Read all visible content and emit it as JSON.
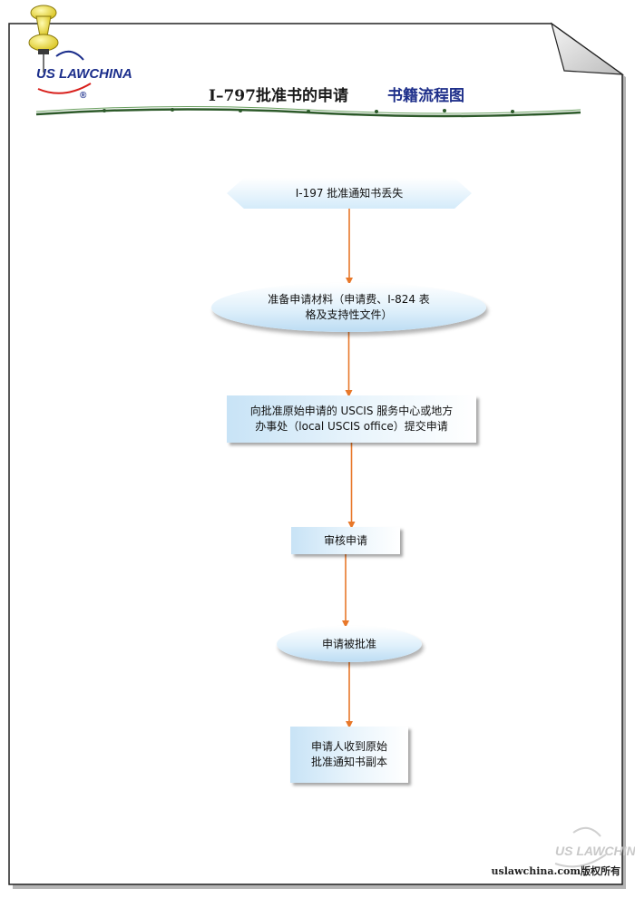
{
  "header": {
    "title_main": "I–797批准书的申请",
    "title_sub": "书籍流程图",
    "logo_text": "US LAWCHINA",
    "logo_registered": "®"
  },
  "footer": {
    "copyright": "uslawchina.com版权所有",
    "watermark_text": "US LAWCHINA"
  },
  "flow": {
    "nodes": [
      {
        "id": "n1",
        "shape": "hexagon",
        "lines": [
          "I-197 批准通知书丢失"
        ]
      },
      {
        "id": "n2",
        "shape": "ellipse",
        "lines": [
          "准备申请材料（申请费、I-824 表",
          "格及支持性文件）"
        ]
      },
      {
        "id": "n3",
        "shape": "rect",
        "lines": [
          "向批准原始申请的 USCIS 服务中心或地方",
          "办事处（local USCIS office）提交申请"
        ]
      },
      {
        "id": "n4",
        "shape": "rect",
        "lines": [
          "审核申请"
        ]
      },
      {
        "id": "n5",
        "shape": "ellipse",
        "lines": [
          "申请被批准"
        ]
      },
      {
        "id": "n6",
        "shape": "rect",
        "lines": [
          "申请人收到原始",
          "批准通知书副本"
        ]
      }
    ],
    "edges": [
      {
        "from": "n1",
        "to": "n2"
      },
      {
        "from": "n2",
        "to": "n3"
      },
      {
        "from": "n3",
        "to": "n4"
      },
      {
        "from": "n4",
        "to": "n5"
      },
      {
        "from": "n5",
        "to": "n6"
      }
    ],
    "colors": {
      "arrow": "#e8782a",
      "frame": "#222222",
      "node_fill": "#cfe6f7"
    }
  }
}
